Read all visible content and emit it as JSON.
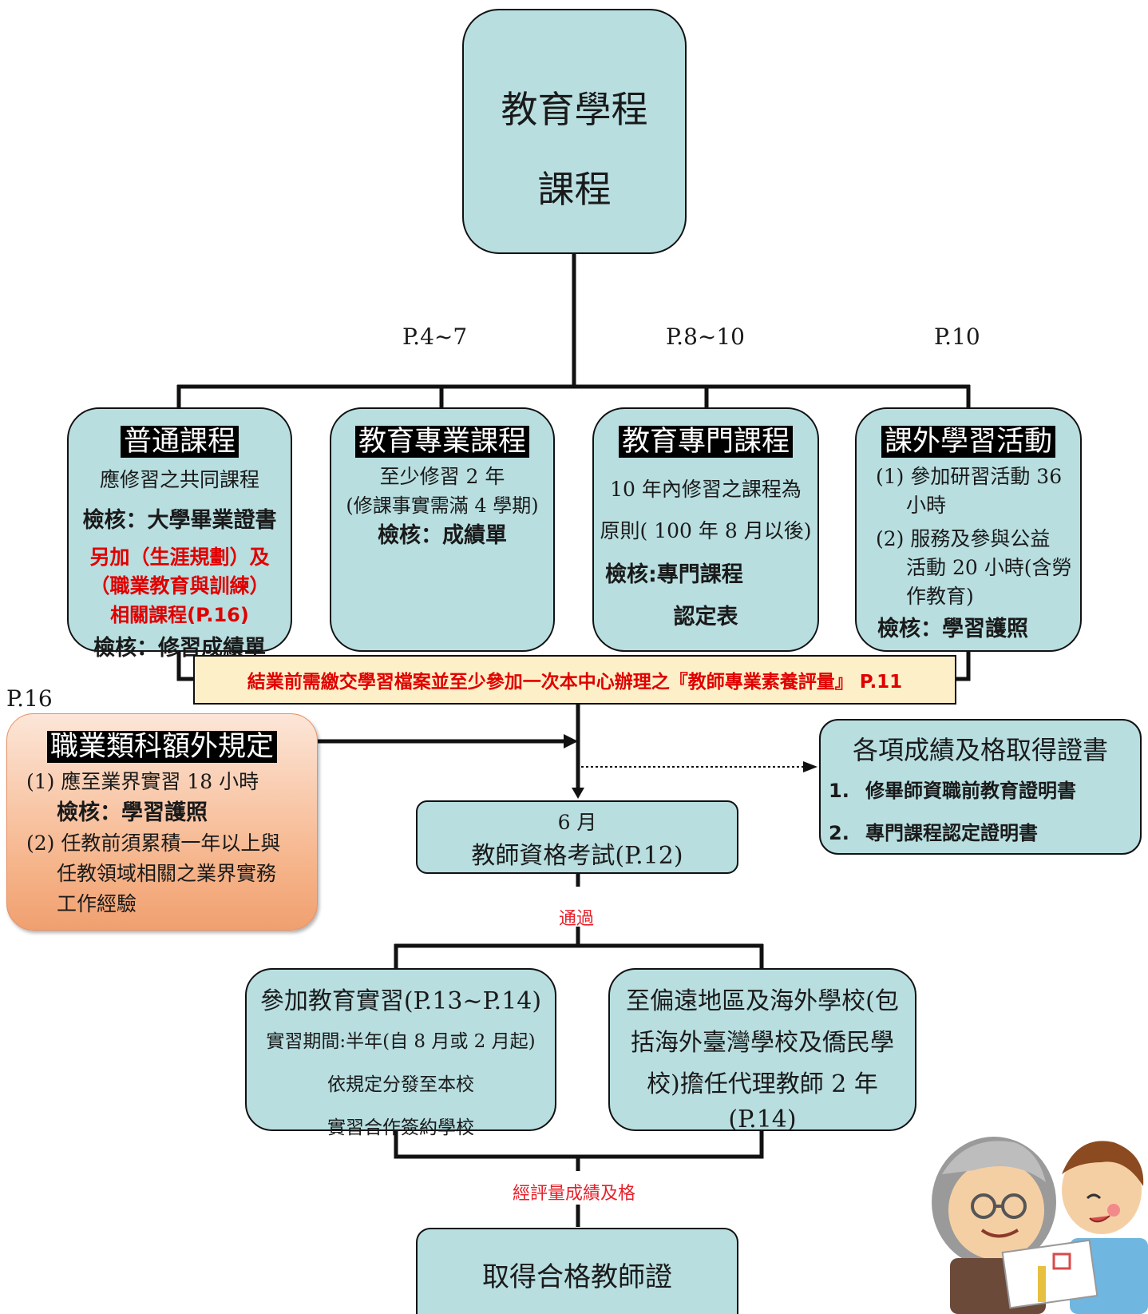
{
  "root": {
    "line1": "教育學程",
    "line2": "課程"
  },
  "page_refs": {
    "general": "P.4~7",
    "specialty": "P.8~10",
    "extra": "P.10",
    "vocational": "P.16"
  },
  "boxes": {
    "general": {
      "title": "普通課程",
      "desc": "應修習之共同課程",
      "check1": "檢核：大學畢業證書",
      "red1": "另加（生涯規劃）及",
      "red2": "（職業教育與訓練）",
      "red3": "相關課程(P.16)",
      "check2": "檢核：修習成績單"
    },
    "professional": {
      "title": "教育專業課程",
      "line1": "至少修習 2 年",
      "line2": "(修課事實需滿 4 學期)",
      "check": "檢核：成績單"
    },
    "specialty": {
      "title": "教育專門課程",
      "line1": "10 年內修習之課程為",
      "line2": "原則( 100 年 8 月以後)",
      "check1": "檢核:專門課程",
      "check2": "認定表"
    },
    "extra": {
      "title": "課外學習活動",
      "item1a": "(1) 參加研習活動 36",
      "item1b": "小時",
      "item2a": "(2) 服務及參與公益",
      "item2b": "活動 20 小時(含勞",
      "item2c": "作教育)",
      "check": "檢核：學習護照"
    }
  },
  "banner": "結業前需繳交學習檔案並至少參加一次本中心辦理之『教師專業素養評量』 P.11",
  "vocational": {
    "title": "職業類科額外規定",
    "item1": "(1) 應至業界實習 18 小時",
    "check": "檢核：學習護照",
    "item2a": "(2) 任教前須累積一年以上與",
    "item2b": "任教領域相關之業界實務",
    "item2c": "工作經驗"
  },
  "certificates": {
    "title": "各項成績及格取得證書",
    "items": [
      {
        "num": "1.",
        "text": "修畢師資職前教育證明書"
      },
      {
        "num": "2.",
        "text": "專門課程認定證明書"
      }
    ]
  },
  "exam": {
    "month": "6 月",
    "title": "教師資格考試(P.12)"
  },
  "pass_label": "通過",
  "internship": {
    "title": "參加教育實習(P.13~P.14)",
    "line1": "實習期間:半年(自 8 月或 2 月起)",
    "line2": "依規定分發至本校",
    "line3": "實習合作簽約學校"
  },
  "remote": {
    "line1": "至偏遠地區及海外學校(包",
    "line2": "括海外臺灣學校及僑民學",
    "line3": "校)擔任代理教師 2 年",
    "line4": "(P.14)"
  },
  "evaluation_label": "經評量成績及格",
  "final": "取得合格教師證",
  "colors": {
    "box_fill": "#b8dee0",
    "banner_fill": "#fdf0c8",
    "vocational_fill": "#f6b48a",
    "red_text": "#e00000"
  },
  "illustration": "teacher-and-student-handshake-illustration"
}
